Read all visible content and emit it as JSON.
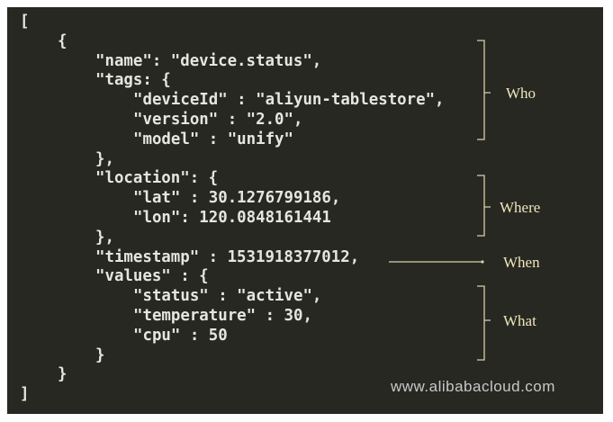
{
  "code_lines": [
    {
      "indent": 0,
      "text": "["
    },
    {
      "indent": 1,
      "text": "{"
    },
    {
      "indent": 2,
      "text": "\"name\": \"device.status\","
    },
    {
      "indent": 2,
      "text": "\"tags: {"
    },
    {
      "indent": 3,
      "text": "\"deviceId\" : \"aliyun-tablestore\","
    },
    {
      "indent": 3,
      "text": "\"version\" : \"2.0\","
    },
    {
      "indent": 3,
      "text": "\"model\" : \"unify\""
    },
    {
      "indent": 2,
      "text": "},"
    },
    {
      "indent": 2,
      "text": "\"location\": {"
    },
    {
      "indent": 3,
      "text": "\"lat\" : 30.1276799186,"
    },
    {
      "indent": 3,
      "text": "\"lon\": 120.0848161441"
    },
    {
      "indent": 2,
      "text": "},"
    },
    {
      "indent": 2,
      "text": "\"timestamp\" : 1531918377012,"
    },
    {
      "indent": 2,
      "text": "\"values\" : {"
    },
    {
      "indent": 3,
      "text": "\"status\" : \"active\","
    },
    {
      "indent": 3,
      "text": "\"temperature\" : 30,"
    },
    {
      "indent": 3,
      "text": "\"cpu\" : 50"
    },
    {
      "indent": 2,
      "text": "}"
    },
    {
      "indent": 1,
      "text": "}"
    },
    {
      "indent": 0,
      "text": "]"
    }
  ],
  "annotations": {
    "who": "Who",
    "where": "Where",
    "when": "When",
    "what": "What"
  },
  "watermark": "www.alibabacloud.com",
  "colors": {
    "background": "#272822",
    "text": "#e6e6de",
    "annotation": "#efe6bc"
  }
}
